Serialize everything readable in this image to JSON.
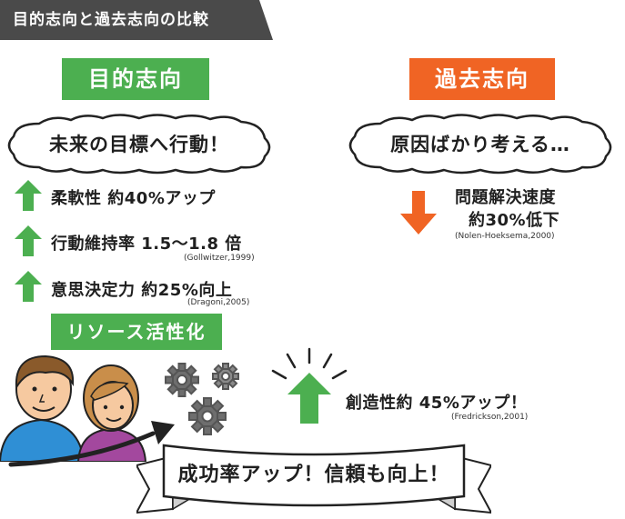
{
  "header": {
    "title": "目的志向と過去志向の比較"
  },
  "goal": {
    "label": "目的志向",
    "thought": "未来の目標へ行動！",
    "stats": [
      {
        "text": "柔軟性 約40%アップ",
        "citation": ""
      },
      {
        "text": "行動維持率 1.5〜1.8 倍",
        "citation": "(Gollwitzer,1999)"
      },
      {
        "text": "意思決定力 約25%向上",
        "citation": "(Dragoni,2005)"
      }
    ]
  },
  "past": {
    "label": "過去志向",
    "thought": "原因ばかり考える…",
    "stat_line1": "問題解決速度",
    "stat_line2": "約30%低下",
    "citation": "(Nolen-Hoeksema,2000)"
  },
  "resource": {
    "label": "リソース活性化",
    "stat": "創造性約 45%アップ！",
    "citation": "(Fredrickson,2001)"
  },
  "banner": {
    "text": "成功率アップ！信頼も向上！"
  },
  "colors": {
    "green": "#4caf50",
    "orange": "#f06424",
    "header_bg": "#4a4a4a",
    "gear": "#6e6e6e"
  }
}
